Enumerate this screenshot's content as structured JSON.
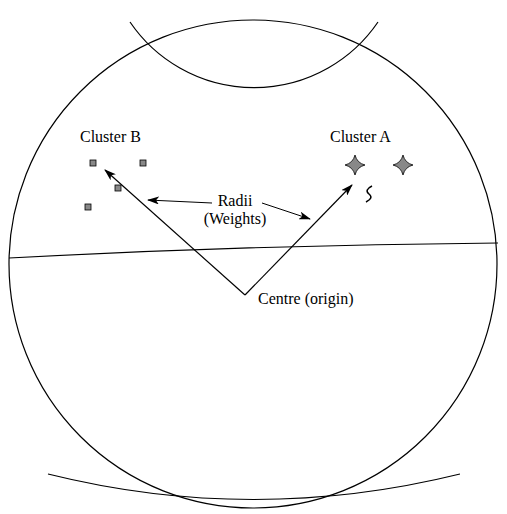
{
  "diagram": {
    "labels": [
      "Cluster B",
      "Cluster A",
      "Radii (Weights)",
      "Centre (origin)"
    ]
  }
}
